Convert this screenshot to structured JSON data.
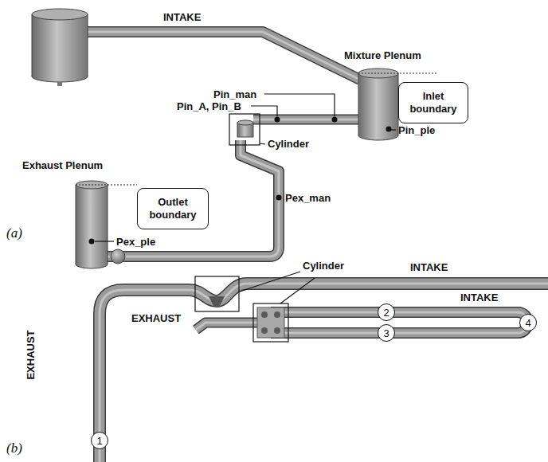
{
  "diagram": {
    "nodes": [
      {
        "text": [
          "Inlet boundary"
        ]
      },
      {
        "text": [
          "Outlet boundary"
        ]
      },
      {
        "text": [
          "1"
        ]
      },
      {
        "text": [
          "2"
        ]
      },
      {
        "text": [
          "3"
        ]
      },
      {
        "text": [
          "4"
        ]
      }
    ],
    "labels": [
      "INTAKE",
      "Mixture Plenum",
      "Pin_man",
      "Pin_A, Pin_B",
      "Pin_ple",
      "Cylinder",
      "Exhaust Plenum",
      "Pex_man",
      "Pex_ple",
      "(a)",
      "INTAKE",
      "EXHAUST",
      "Cylinder",
      "EXHAUST",
      "INTAKE",
      "(b)"
    ]
  }
}
